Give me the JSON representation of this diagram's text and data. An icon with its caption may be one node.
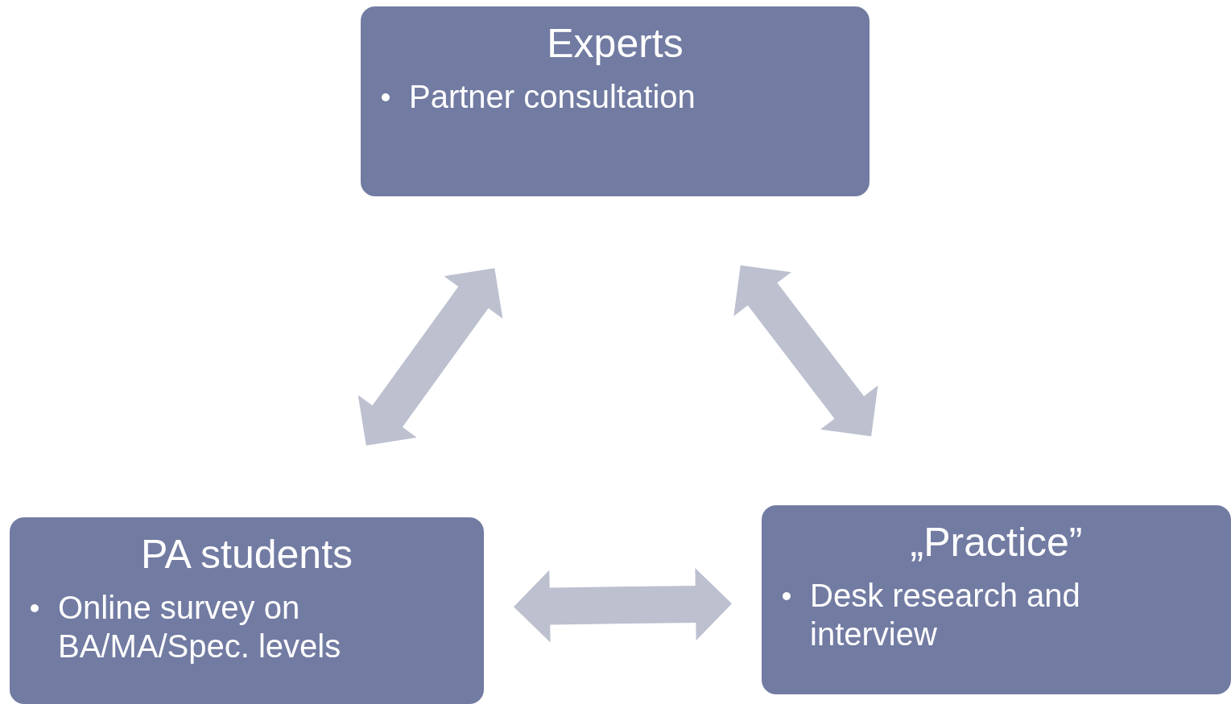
{
  "diagram": {
    "nodes": [
      {
        "text": [
          "Experts",
          "Partner consultation"
        ]
      },
      {
        "text": [
          "PA students",
          "Online survey on BA/MA/Spec. levels"
        ]
      },
      {
        "text": [
          "„Practice”",
          "Desk research and interview"
        ]
      }
    ],
    "edges": [
      {
        "from": 0,
        "to": 1,
        "arrow": "both"
      },
      {
        "from": 0,
        "to": 2,
        "arrow": "both"
      },
      {
        "from": 1,
        "to": 2,
        "arrow": "both"
      }
    ]
  }
}
